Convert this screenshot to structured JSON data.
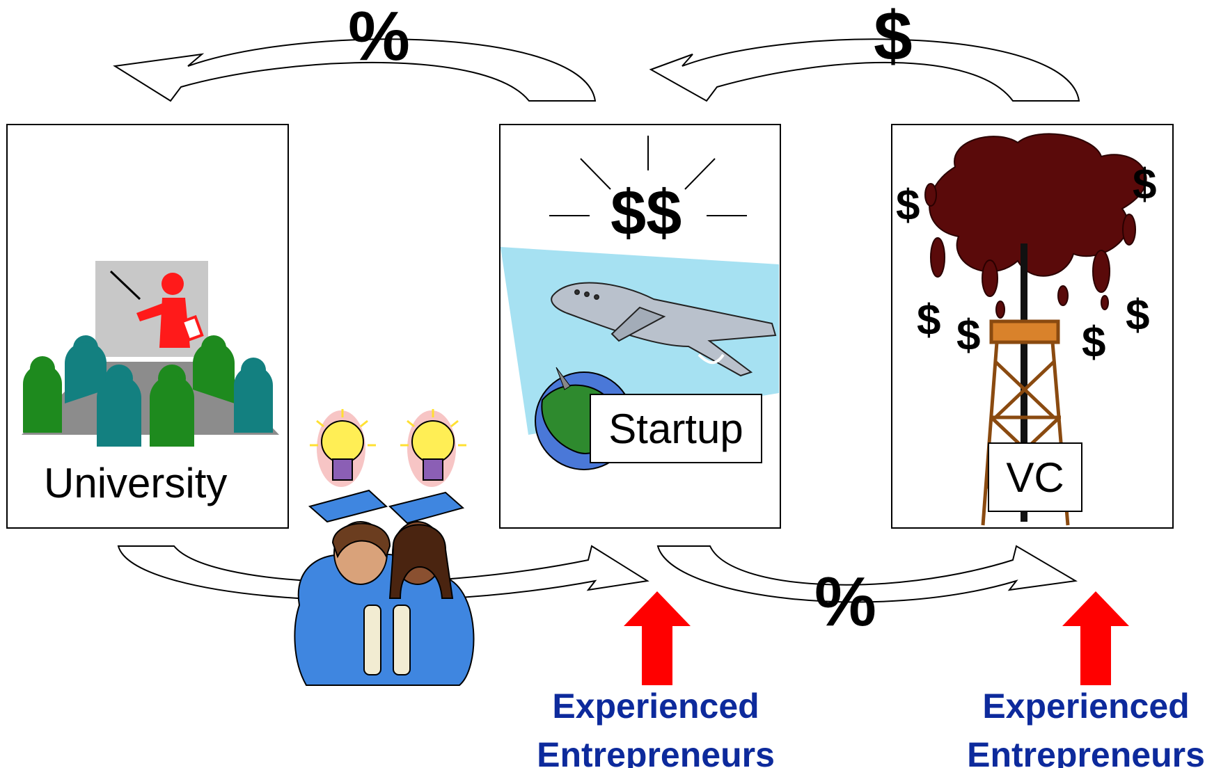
{
  "diagram": {
    "nodes": {
      "university": {
        "label": "University"
      },
      "startup": {
        "label": "Startup",
        "symbol": "$$"
      },
      "vc": {
        "label": "VC"
      }
    },
    "flows": {
      "top_left_symbol": "%",
      "top_right_symbol": "$",
      "bottom_right_symbol": "%"
    },
    "vc_symbols": [
      "$",
      "$",
      "$",
      "$",
      "$",
      "$"
    ],
    "inputs": [
      {
        "line1": "Experienced",
        "line2": "Entrepreneurs"
      },
      {
        "line1": "Experienced",
        "line2": "Entrepreneurs"
      }
    ],
    "colors": {
      "arrow_red": "#ff0000",
      "text_blue": "#0d2a9c",
      "sky": "#a6e1f2",
      "oil": "#5a0a0a",
      "derrick": "#c8701e",
      "gown": "#3f86e0"
    }
  }
}
